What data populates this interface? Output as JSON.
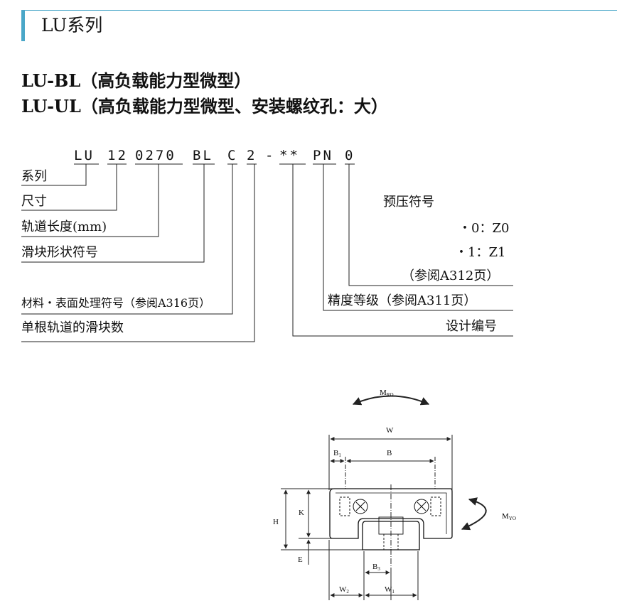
{
  "section": {
    "title": "LU系列"
  },
  "headings": {
    "line1": "LU-BL（高负载能力型微型）",
    "line2": "LU-UL（高负载能力型微型、安装螺纹孔：大）"
  },
  "code": {
    "segments": [
      "LU",
      "12",
      "0270",
      "BL",
      "C",
      "2",
      "-",
      "**",
      "PN",
      "0"
    ]
  },
  "left_labels": {
    "series": "系列",
    "size": "尺寸",
    "rail_length": "轨道长度(mm)",
    "block_shape": "滑块形状符号",
    "material": "材料・表面处理符号（参阅A316页）",
    "blocks_per_rail": "单根轨道的滑块数"
  },
  "right_labels": {
    "preload_title": "预压符号",
    "preload_0": "・0：Z0",
    "preload_1": "・1：Z1",
    "preload_ref": "（参阅A312页）",
    "accuracy": "精度等级（参阅A311页）",
    "design": "设计编号"
  },
  "diagram": {
    "labels": {
      "mro": "M",
      "mro_sub": "RO",
      "myo": "M",
      "myo_sub": "YO",
      "w": "W",
      "b1": "B",
      "b1_sub": "1",
      "b": "B",
      "h": "H",
      "k": "K",
      "e": "E",
      "b3": "B",
      "b3_sub": "3",
      "w2": "W",
      "w2_sub": "2",
      "w1": "W",
      "w1_sub": "1"
    }
  }
}
